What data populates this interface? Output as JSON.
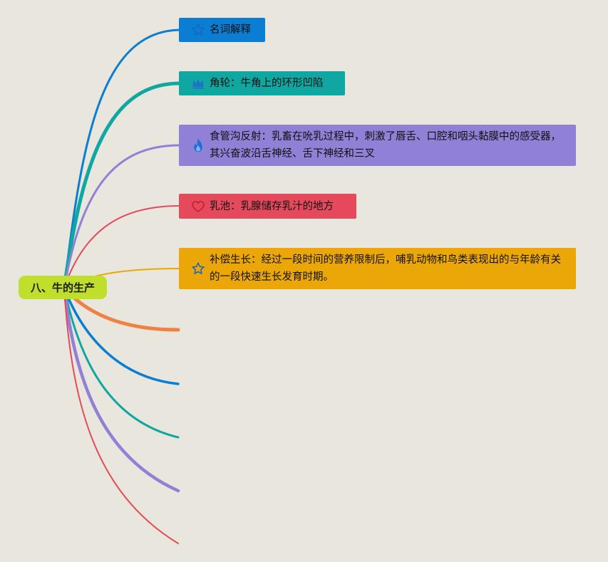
{
  "root": {
    "label": "八、牛的生产",
    "color": "#c0de2c"
  },
  "nodes": [
    {
      "id": "n1",
      "text": "名词解释",
      "icon": "star-icon",
      "color": "#0b7ed3"
    },
    {
      "id": "n2",
      "text": "角轮：牛角上的环形凹陷",
      "icon": "crown-icon",
      "color": "#10a7a3"
    },
    {
      "id": "n3",
      "text": "食管沟反射：乳畜在吮乳过程中，刺激了唇舌、口腔和咽头黏膜中的感受器，其兴奋波沿舌神经、舌下神经和三叉",
      "icon": "fire-icon",
      "color": "#9080d6"
    },
    {
      "id": "n4",
      "text": "乳池：乳腺储存乳汁的地方",
      "icon": "heart-icon",
      "color": "#e44a5c"
    },
    {
      "id": "n5",
      "text": "补偿生长：经过一段时间的营养限制后，哺乳动物和鸟类表现出的与年龄有关的一段快速生长发育时期。",
      "icon": "star-icon",
      "color": "#eba708"
    }
  ],
  "branch_colors": [
    "#0b7ed3",
    "#10a7a3",
    "#9080d6",
    "#e44a5c",
    "#eba708",
    "#f08044",
    "#0b7ed3",
    "#10a7a3",
    "#9080d6",
    "#e44a5c"
  ],
  "icon_colors": {
    "star-icon": "#1565c0",
    "crown-icon": "#1e73c7",
    "fire-icon": "#1f6fd6",
    "heart-icon": "#d21b2a"
  }
}
